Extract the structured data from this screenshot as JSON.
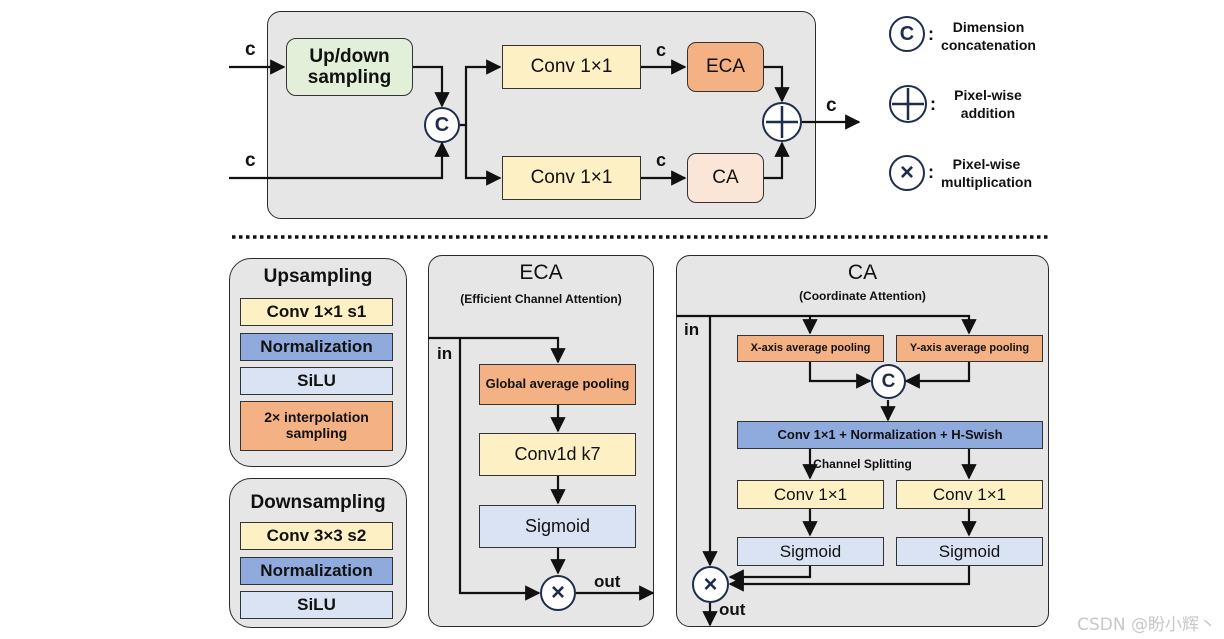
{
  "top": {
    "input_label_1": "c",
    "input_label_2": "c",
    "updown_box": "Up/down sampling",
    "concat_symbol": "C",
    "conv_top": "Conv 1×1",
    "conv_bottom": "Conv 1×1",
    "c_label_top": "c",
    "c_label_bottom": "c",
    "eca_box": "ECA",
    "ca_box": "CA",
    "output_label": "c",
    "add_symbol": "+"
  },
  "legend": {
    "concat_symbol": "C",
    "concat_text": "Dimension concatenation",
    "add_symbol": "+",
    "add_text": "Pixel-wise addition",
    "mult_symbol": "×",
    "mult_text": "Pixel-wise multiplication"
  },
  "upsampling": {
    "title": "Upsampling",
    "items": [
      "Conv 1×1 s1",
      "Normalization",
      "SiLU",
      "2× interpolation sampling"
    ]
  },
  "downsampling": {
    "title": "Downsampling",
    "items": [
      "Conv 3×3 s2",
      "Normalization",
      "SiLU"
    ]
  },
  "eca": {
    "title": "ECA",
    "subtitle": "(Efficient Channel Attention)",
    "in_label": "in",
    "out_label": "out",
    "items": [
      "Global average pooling",
      "Conv1d k7",
      "Sigmoid"
    ],
    "mult_symbol": "×"
  },
  "ca": {
    "title": "CA",
    "subtitle": "(Coordinate Attention)",
    "in_label": "in",
    "out_label": "out",
    "x_pool": "X-axis average pooling",
    "y_pool": "Y-axis average pooling",
    "concat_symbol": "C",
    "conv_norm": "Conv 1×1 + Normalization + H-Swish",
    "split_label": "Channel Splitting",
    "conv_left": "Conv 1×1",
    "conv_right": "Conv 1×1",
    "sigmoid_left": "Sigmoid",
    "sigmoid_right": "Sigmoid",
    "mult_symbol": "×"
  },
  "watermark": "CSDN @盼小辉丶",
  "colors": {
    "yellow": "#fdf0c4",
    "green": "#e2f0d9",
    "orange": "#f4b183",
    "peach": "#fbe5d6",
    "blue": "#8faadc",
    "lightblue": "#dae3f3",
    "panel": "#e6e6e6",
    "symbol": "#1f2d4d"
  }
}
